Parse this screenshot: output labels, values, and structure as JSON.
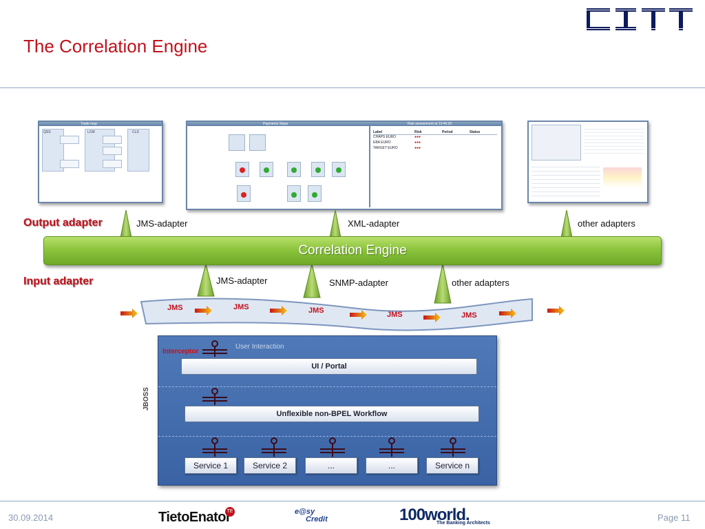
{
  "slide": {
    "title": "The Correlation Engine",
    "footer": {
      "date": "30.09.2014",
      "page": "Page 11"
    }
  },
  "logos": {
    "top_right": "CITT",
    "tietoenator": "TietoEnator",
    "tietoenator_badge": "TE",
    "easy_top": "e@sy",
    "easy_bottom": "Credit",
    "world_main": "100world.",
    "world_sub": "The Banking Architects"
  },
  "diagram": {
    "output_adapter_label": "Output adapter",
    "input_adapter_label": "Input adapter",
    "engine_label": "Correlation Engine",
    "output_adapters": [
      "JMS-adapter",
      "XML-adapter",
      "other adapters"
    ],
    "input_adapters": [
      "JMS-adapter",
      "SNMP-adapter",
      "other adapters"
    ],
    "bus_labels": [
      "JMS",
      "JMS",
      "JMS",
      "JMS",
      "JMS"
    ],
    "jboss": {
      "side_label": "JBOSS",
      "interceptor_label": "Interceptor",
      "user_interaction": "User Interaction",
      "ui_portal": "UI / Portal",
      "workflow": "Unflexible non-BPEL Workflow",
      "services": [
        "Service 1",
        "Service 2",
        "...",
        "...",
        "Service n"
      ]
    }
  },
  "screenshots": {
    "trade_map_title": "Trade map",
    "trade_cols": [
      "QSS",
      "LCM",
      "CLS"
    ],
    "payments_title": "Payments Steps",
    "risk_title": "Risk assessment at 13:46:20",
    "risk_headers": [
      "Label",
      "Risk",
      "Period",
      "Status"
    ],
    "risk_rows": [
      "CHAPS EURO",
      "EBA EURO",
      "TARGET EURO"
    ]
  },
  "colors": {
    "title_red": "#c0121c",
    "engine_green": "#8cc43d",
    "jboss_blue": "#3a63a5",
    "rule_blue": "#8fa7c4"
  }
}
